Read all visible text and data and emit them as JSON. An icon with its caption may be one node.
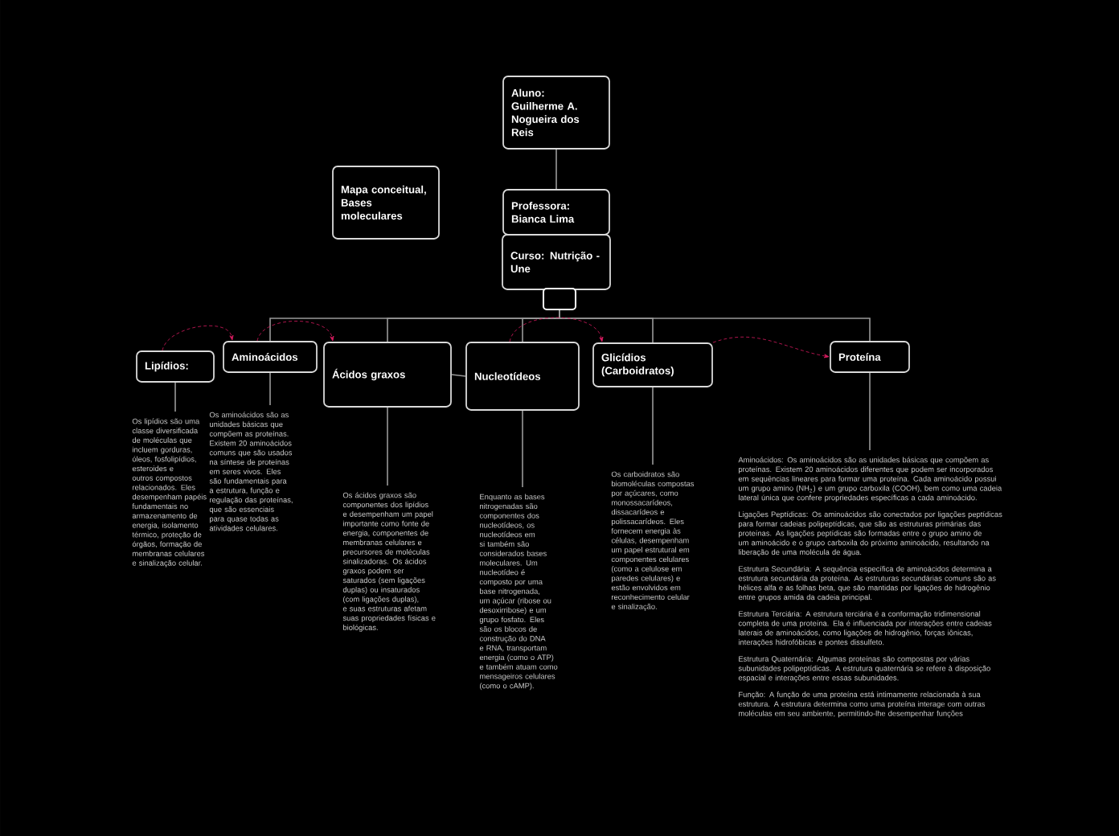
{
  "diagram": {
    "nodes": [
      {
        "text": [
          "Aluno: Guilherme A. Nogueira dos Reis"
        ]
      },
      {
        "text": [
          "Mapa conceitual, Bases moleculares"
        ]
      },
      {
        "text": [
          "Professora: Bianca Lima"
        ]
      },
      {
        "text": [
          "Curso: Nutrição - Une"
        ]
      },
      {
        "text": [],
        "shape": "box"
      },
      {
        "text": [
          "Lipídios:"
        ]
      },
      {
        "text": [
          "Aminoácidos"
        ]
      },
      {
        "text": [
          "Ácidos graxos"
        ]
      },
      {
        "text": [
          "Nucleotídeos"
        ]
      },
      {
        "text": [
          "Glicídios (Carboidratos)"
        ]
      },
      {
        "text": [
          "Proteína"
        ]
      },
      {
        "text": [
          "Os lipídios são uma classe diversificada de moléculas que incluem gorduras, óleos, fosfolipídios, esteroides e outros compostos relacionados. Eles desempenham papéis fundamentais no armazenamento de energia, isolamento térmico, proteção de órgãos, formação de membranas celulares e sinalização celular."
        ]
      },
      {
        "text": [
          "Os aminoácidos são as unidades básicas que compõem as proteínas. Existem 20 aminoácidos comuns que são usados na síntese de proteínas em seres vivos. Eles são fundamentais para a estrutura, função e regulação das proteínas, que são essenciais para quase todas as atividades celulares."
        ]
      },
      {
        "text": [
          "Os ácidos graxos são componentes dos lipídios e desempenham um papel importante como fonte de energia, componentes de membranas celulares e precursores de moléculas sinalizadoras. Os ácidos graxos podem ser saturados (sem ligações duplas) ou insaturados (com ligações duplas), e suas estruturas afetam suas propriedades físicas e biológicas."
        ]
      },
      {
        "text": [
          "Enquanto as bases nitrogenadas são componentes dos nucleotídeos, os nucleotídeos em si também são considerados bases moleculares. Um nucleotídeo é composto por uma base nitrogenada, um açúcar (ribose ou desoxirribose) e um grupo fosfato. Eles são os blocos de construção do DNA e RNA, transportam energia (como o ATP) e também atuam como mensageiros celulares (como o cAMP)."
        ]
      },
      {
        "text": [
          "Os carboidratos são biomoléculas compostas por açúcares, como monossacarídeos, dissacarídeos e polissacarídeos. Eles fornecem energia às células, desempenham um papel estrutural em componentes celulares (como a celulose em paredes celulares) e estão envolvidos em reconhecimento celular e sinalização."
        ]
      },
      {
        "text": [
          "Aminoácidos: Os aminoácidos são as unidades básicas que compõem as proteínas. Existem 20 aminoácidos diferentes que podem ser incorporados em sequências lineares para formar uma proteína. Cada aminoácido possui um grupo amino (NH$_{2}$) e um grupo carboxila (COOH), bem como uma cadeia lateral única que confere propriedades específicas a cada aminoácido.",
          "Ligações Peptídicas: Os aminoácidos são conectados por ligações peptídicas para formar cadeias polipeptídicas, que são as estruturas primárias das proteínas. As ligações peptídicas são formadas entre o grupo amino de um aminoácido e o grupo carboxila do próximo aminoácido, resultando na liberação de uma molécula de água.",
          "Estrutura Secundária: A sequência específica de aminoácidos determina a estrutura secundária da proteína. As estruturas secundárias comuns são as hélices alfa e as folhas beta, que são mantidas por ligações de hidrogênio entre grupos amida da cadeia principal.",
          "Estrutura Terciária: A estrutura terciária é a conformação tridimensional completa de uma proteína. Ela é influenciada por interações entre cadeias laterais de aminoácidos, como ligações de hidrogênio, forças iônicas, interações hidrofóbicas e pontes dissulfeto.",
          "Estrutura Quaternária: Algumas proteínas são compostas por várias subunidades polipeptídicas. A estrutura quaternária se refere à disposição espacial e interações entre essas subunidades.",
          "Função: A função de uma proteína está intimamente relacionada à sua estrutura. A estrutura determina como uma proteína interage com outras moléculas em seu ambiente, permitindo-lhe desempenhar funções"
        ]
      }
    ],
    "edges": [
      {
        "from": 0,
        "to": 2,
        "arrow": "none"
      },
      {
        "from": 4,
        "to": 6,
        "arrow": "none"
      },
      {
        "from": 4,
        "to": 7,
        "arrow": "none"
      },
      {
        "from": 4,
        "to": 8,
        "arrow": "none"
      },
      {
        "from": 4,
        "to": 9,
        "arrow": "none"
      },
      {
        "from": 4,
        "to": 10,
        "arrow": "none"
      },
      {
        "from": 7,
        "to": 8,
        "arrow": "none"
      },
      {
        "from": 5,
        "to": 11,
        "arrow": "none"
      },
      {
        "from": 6,
        "to": 12,
        "arrow": "none"
      },
      {
        "from": 7,
        "to": 13,
        "arrow": "none"
      },
      {
        "from": 8,
        "to": 14,
        "arrow": "none"
      },
      {
        "from": 9,
        "to": 15,
        "arrow": "none"
      },
      {
        "from": 10,
        "to": 16,
        "arrow": "none"
      },
      {
        "from": 5,
        "to": 6,
        "arrow": "to",
        "style": "dashed",
        "color": "#d81b60"
      },
      {
        "from": 6,
        "to": 7,
        "arrow": "to",
        "style": "dashed",
        "color": "#d81b60"
      },
      {
        "from": 8,
        "to": 9,
        "arrow": "to",
        "style": "dashed",
        "color": "#d81b60"
      },
      {
        "from": 9,
        "to": 10,
        "arrow": "to",
        "style": "dashed",
        "color": "#d81b60"
      }
    ]
  }
}
